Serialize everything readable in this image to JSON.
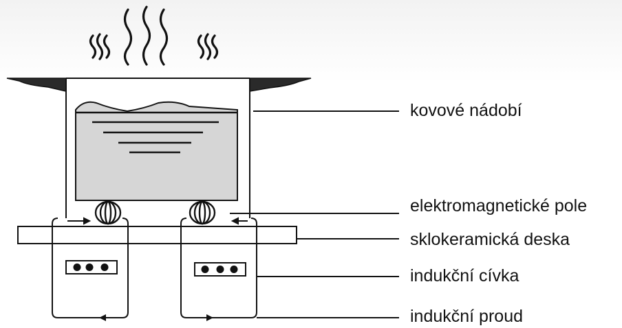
{
  "labels": {
    "cookware": "kovové nádobí",
    "em_field": "elektromagnetické pole",
    "glass_plate": "sklokeramická deska",
    "coil": "indukční cívka",
    "current": "indukční proud"
  },
  "colors": {
    "stroke": "#111111",
    "content_fill": "#d6d6d6",
    "rim_fill": "#2a2a2a"
  }
}
